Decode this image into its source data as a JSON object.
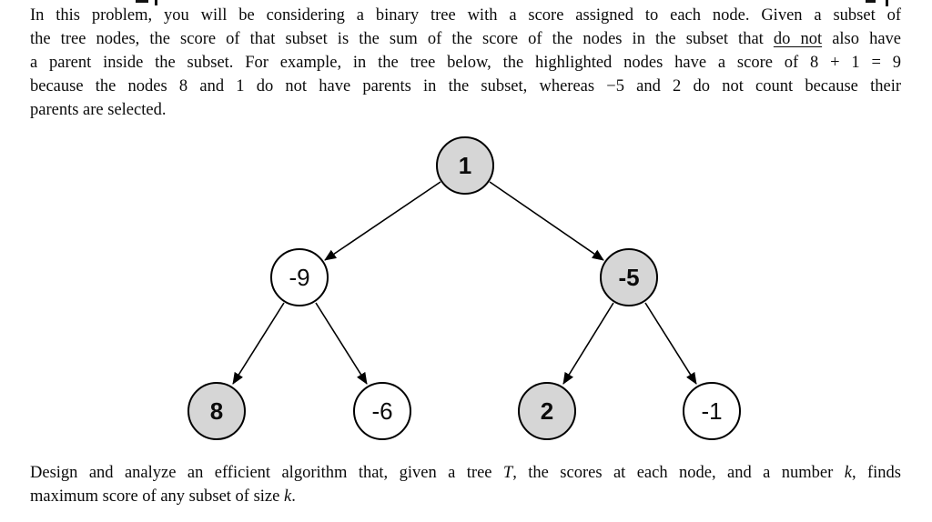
{
  "document": {
    "paragraph1": {
      "line1": "In this problem, you will be considering a binary tree with a score assigned to each node. Given a subset of",
      "line2_pre": "the tree nodes, the score of that subset is the sum of the score of the nodes in the subset that ",
      "line2_underline": "do not",
      "line2_post": " also have",
      "line3": "a parent inside the subset. For example, in the tree below, the highlighted nodes have a score of 8 + 1 = 9",
      "line4": "because the nodes 8 and 1 do not have parents in the subset, whereas −5 and 2 do not count because their",
      "line5": "parents are selected."
    },
    "paragraph2": {
      "line1_pre": "Design and analyze an efficient algorithm that, given a tree ",
      "line1_math_T": "T",
      "line1_mid": ", the scores at each node, and a number ",
      "line1_math_k": "k",
      "line1_post": ", finds",
      "line2_pre": "maximum score of any subset of size ",
      "line2_math_k": "k",
      "line2_post": "."
    }
  },
  "tree": {
    "nodes": [
      {
        "id": "root",
        "label": "1",
        "highlighted": true
      },
      {
        "id": "left",
        "label": "-9",
        "highlighted": false
      },
      {
        "id": "right",
        "label": "-5",
        "highlighted": true
      },
      {
        "id": "left-left",
        "label": "8",
        "highlighted": true
      },
      {
        "id": "left-right",
        "label": "-6",
        "highlighted": false
      },
      {
        "id": "right-left",
        "label": "2",
        "highlighted": true
      },
      {
        "id": "right-right",
        "label": "-1",
        "highlighted": false
      }
    ],
    "edges": [
      [
        "1",
        "-9"
      ],
      [
        "1",
        "-5"
      ],
      [
        "-9",
        "8"
      ],
      [
        "-9",
        "-6"
      ],
      [
        "-5",
        "2"
      ],
      [
        "-5",
        "-1"
      ]
    ],
    "highlighted_subset_score": "8 + 1 = 9",
    "colors": {
      "highlight_fill": "#d6d6d6",
      "plain_fill": "#ffffff",
      "stroke": "#000000"
    }
  }
}
